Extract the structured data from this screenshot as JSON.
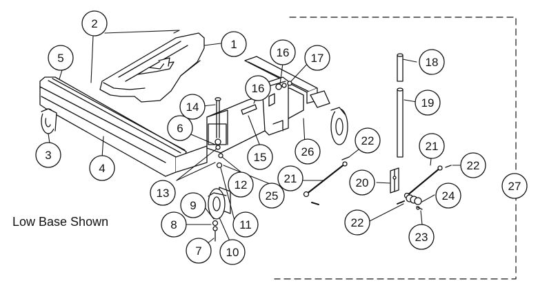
{
  "caption": "Low Base Shown",
  "colors": {
    "line": "#111111",
    "part_fill": "#ffffff",
    "background": "#ffffff"
  },
  "callouts": [
    {
      "id": "c1",
      "label": "1"
    },
    {
      "id": "c2",
      "label": "2"
    },
    {
      "id": "c3",
      "label": "3"
    },
    {
      "id": "c4",
      "label": "4"
    },
    {
      "id": "c5",
      "label": "5"
    },
    {
      "id": "c6",
      "label": "6"
    },
    {
      "id": "c7",
      "label": "7"
    },
    {
      "id": "c8",
      "label": "8"
    },
    {
      "id": "c9",
      "label": "9"
    },
    {
      "id": "c10",
      "label": "10"
    },
    {
      "id": "c11",
      "label": "11"
    },
    {
      "id": "c12",
      "label": "12"
    },
    {
      "id": "c13",
      "label": "13"
    },
    {
      "id": "c14",
      "label": "14"
    },
    {
      "id": "c15",
      "label": "15"
    },
    {
      "id": "c16a",
      "label": "16"
    },
    {
      "id": "c16b",
      "label": "16"
    },
    {
      "id": "c17",
      "label": "17"
    },
    {
      "id": "c18",
      "label": "18"
    },
    {
      "id": "c19",
      "label": "19"
    },
    {
      "id": "c20",
      "label": "20"
    },
    {
      "id": "c21a",
      "label": "21"
    },
    {
      "id": "c21b",
      "label": "21"
    },
    {
      "id": "c22a",
      "label": "22"
    },
    {
      "id": "c22b",
      "label": "22"
    },
    {
      "id": "c22c",
      "label": "22"
    },
    {
      "id": "c23",
      "label": "23"
    },
    {
      "id": "c24",
      "label": "24"
    },
    {
      "id": "c25",
      "label": "25"
    },
    {
      "id": "c26",
      "label": "26"
    },
    {
      "id": "c27",
      "label": "27"
    }
  ]
}
